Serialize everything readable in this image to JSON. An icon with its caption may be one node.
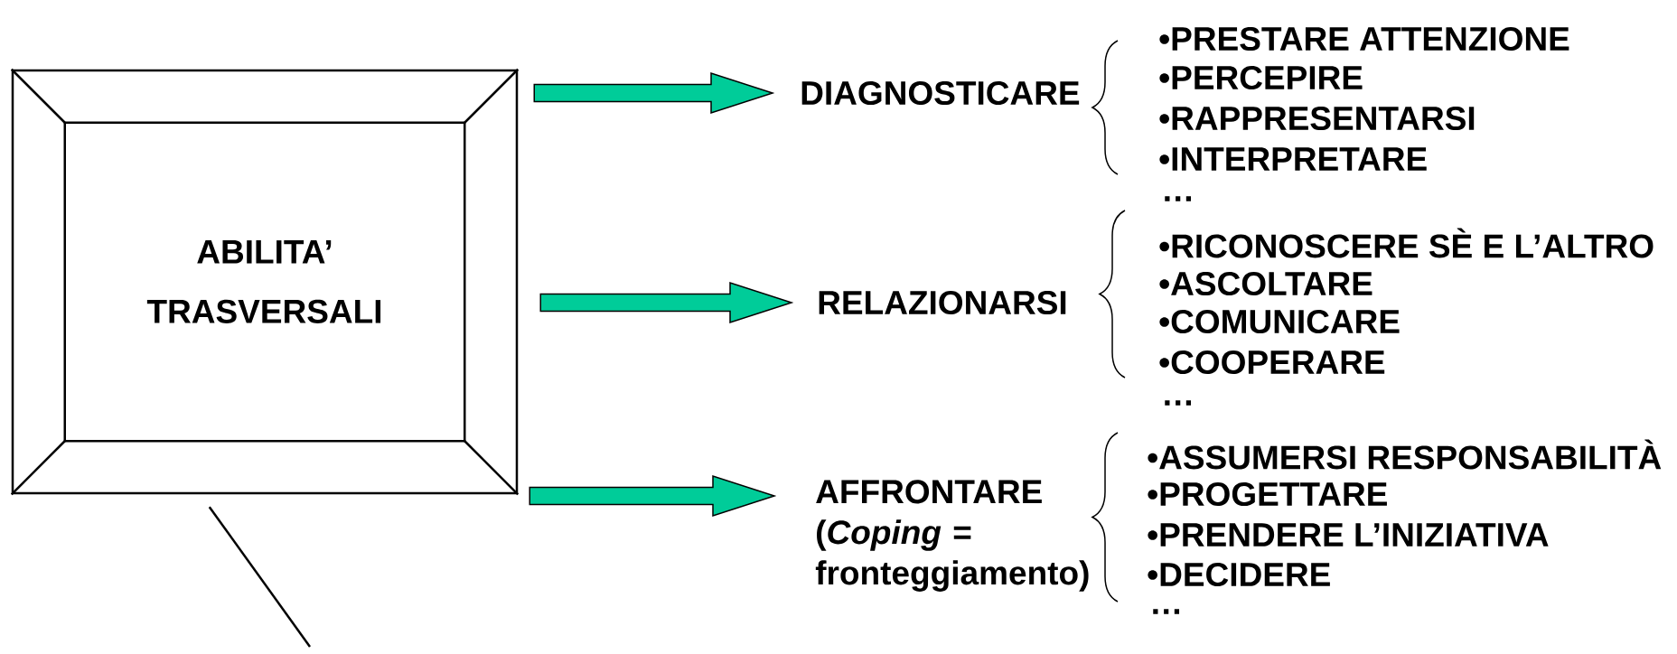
{
  "diagram": {
    "nodes": [
      {
        "text": [
          "ABILITA’ TRASVERSALI"
        ]
      },
      {
        "text": [
          "DIAGNOSTICARE"
        ]
      },
      {
        "text": [
          "RELAZIONARSI"
        ]
      },
      {
        "text": [
          "AFFRONTARE (*Coping* = fronteggiamento)"
        ]
      }
    ],
    "edges": [
      {
        "from": 0,
        "to": 1,
        "arrow": "to"
      },
      {
        "from": 0,
        "to": 2,
        "arrow": "to"
      },
      {
        "from": 0,
        "to": 3,
        "arrow": "to"
      },
      {
        "from": 0,
        "to": null,
        "arrow": "none",
        "color": "#000000"
      }
    ],
    "labels": [
      "•PRESTARE ATTENZIONE",
      "•PERCEPIRE",
      "•RAPPRESENTARSI",
      "•INTERPRETARE",
      "…",
      "•RICONOSCERE SÈ E L’ALTRO",
      "•ASCOLTARE",
      "•COMUNICARE",
      "•COOPERARE",
      "…",
      "•ASSUMERSI RESPONSABILITÀ",
      "•PROGETTARE",
      "•PRENDERE L’INIZIATIVA",
      "•DECIDERE",
      "…"
    ]
  }
}
